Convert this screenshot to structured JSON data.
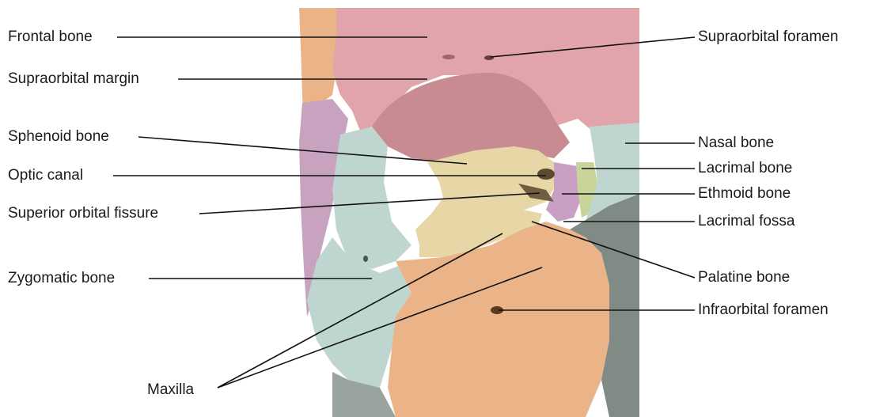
{
  "colors": {
    "frontal": "#e2a4ab",
    "frontal_dark": "#c9868e",
    "orbit_shadow": "#c88b92",
    "sphenoid": "#e8d7a6",
    "lacrimal": "#c8d49a",
    "ethmoid": "#c9a0c4",
    "zygomatic": "#bfd5cf",
    "maxilla": "#eab488",
    "temporal": "#c7a3bf",
    "parietal_orange": "#eab488",
    "nasal": "#bfd5cf",
    "cavity_dark": "#7f8b84",
    "teeth_gray": "#9aa49e",
    "label_text": "#1a1a1a"
  },
  "labels": {
    "frontal_bone": "Frontal bone",
    "supraorbital_margin": "Supraorbital margin",
    "sphenoid_bone": "Sphenoid bone",
    "optic_canal": "Optic canal",
    "superior_orbital_fissure": "Superior orbital fissure",
    "zygomatic_bone": "Zygomatic bone",
    "maxilla": "Maxilla",
    "supraorbital_foramen": "Supraorbital foramen",
    "nasal_bone": "Nasal bone",
    "lacrimal_bone": "Lacrimal bone",
    "ethmoid_bone": "Ethmoid bone",
    "lacrimal_fossa": "Lacrimal fossa",
    "palatine_bone": "Palatine bone",
    "infraorbital_foramen": "Infraorbital foramen"
  }
}
